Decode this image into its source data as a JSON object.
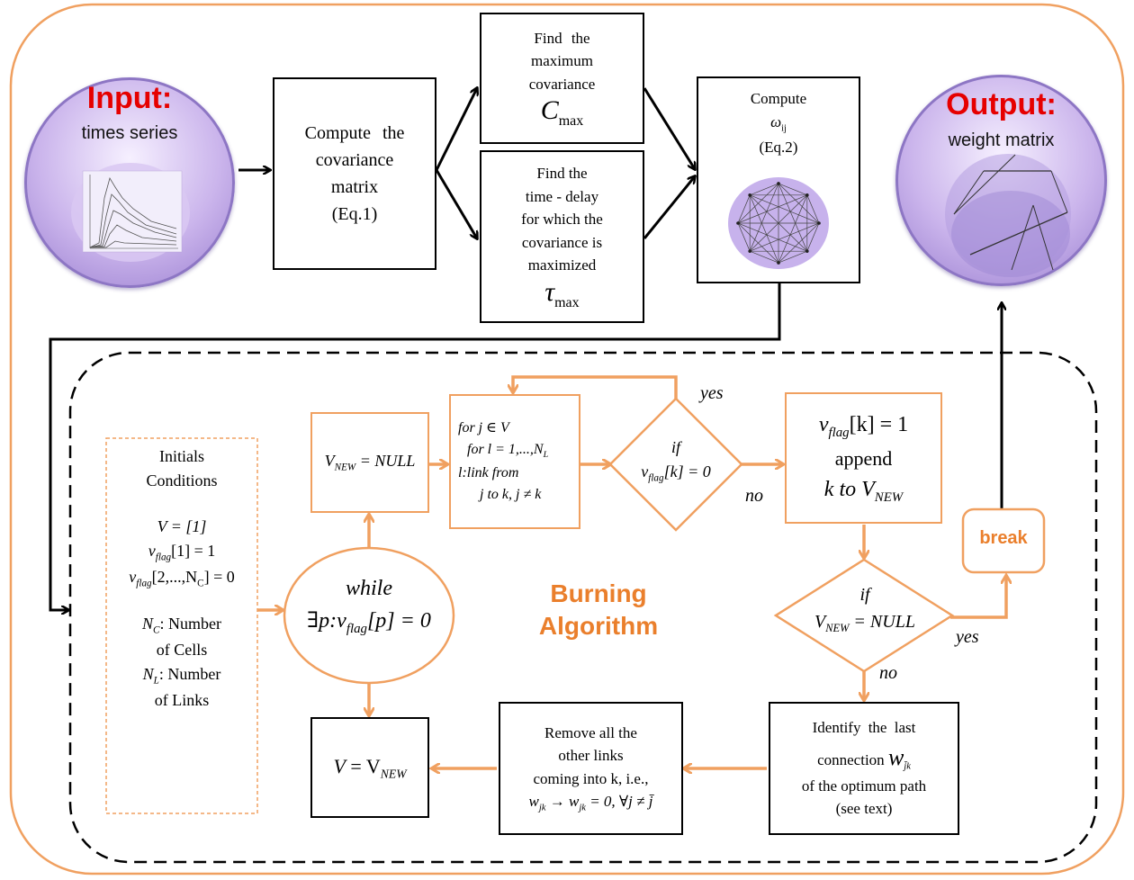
{
  "input": {
    "title": "Input:",
    "subtitle": "times series"
  },
  "output": {
    "title": "Output:",
    "subtitle": "weight matrix"
  },
  "covariance_box": {
    "lines": [
      "Compute the",
      "covariance",
      "matrix",
      "(Eq.1)"
    ]
  },
  "max_cov_box": {
    "lines": [
      "Find the",
      "maximum",
      "covariance"
    ],
    "symbol": "C",
    "symbol_sub": "max"
  },
  "time_delay_box": {
    "lines": [
      "Find the",
      "time - delay",
      "for which the",
      "covariance is",
      "maximized"
    ],
    "symbol": "τ",
    "symbol_sub": "max"
  },
  "omega_box": {
    "line1": "Compute",
    "symbol": "ω",
    "symbol_sub": "ij",
    "line3": "(Eq.2)"
  },
  "burning": {
    "line1": "Burning",
    "line2": "Algorithm"
  },
  "initial_conditions": {
    "title1": "Initials",
    "title2": "Conditions",
    "eq1": "V = [1]",
    "eq2_var": "v",
    "eq2_sub": "flag",
    "eq2_rest": "[1] = 1",
    "eq3_var": "v",
    "eq3_sub": "flag",
    "eq3_rest": "[2,...,N",
    "eq3_sub2": "C",
    "eq3_end": "] = 0",
    "nc_var": "N",
    "nc_sub": "C",
    "nc_text": ": Number",
    "nc_text2": "of Cells",
    "nl_var": "N",
    "nl_sub": "L",
    "nl_text": ": Number",
    "nl_text2": "of Links"
  },
  "while_node": {
    "line1": "while",
    "line2_pre": "∃p:v",
    "line2_sub": "flag",
    "line2_post": "[p] = 0"
  },
  "vnew_null_box": {
    "var": "V",
    "sub": "NEW",
    "rest": " = NULL"
  },
  "for_box": {
    "line1": "for  j ∈ V",
    "line2": "for  l = 1,...,N",
    "line2_sub": "L",
    "line3": "l:link from",
    "line4": "j to k, j ≠ k"
  },
  "if_flag": {
    "line1": "if",
    "var": "v",
    "sub": "flag",
    "rest": "[k] = 0"
  },
  "append_box": {
    "var": "v",
    "sub": "flag",
    "rest": "[k] = 1",
    "line2": "append",
    "line3_pre": "k  to  V",
    "line3_sub": "NEW"
  },
  "if_null": {
    "line1": "if",
    "var": "V",
    "sub": "NEW",
    "rest": " = NULL"
  },
  "break_label": "break",
  "identify_box": {
    "line1": "Identify   the  last",
    "line2": "connection",
    "w": "w",
    "w_sub": "j̄k",
    "line3": "of the optimum   path",
    "line4": "(see  text)"
  },
  "remove_box": {
    "line1": "Remove all the",
    "line2": "other links",
    "line3": "coming  into k,  i.e.,",
    "line4": "w",
    "line4_sub": "jk",
    "line4_mid": " → w",
    "line4_sub2": "jk",
    "line4_end": " = 0, ∀j ≠ j̄"
  },
  "vnew_box": {
    "var": "V",
    "eq": " = V",
    "sub": "NEW"
  },
  "flow_labels": {
    "yes_top": "yes",
    "no_top": "no",
    "yes_bottom": "yes",
    "no_bottom": "no"
  },
  "colors": {
    "orange": "#f0a060",
    "orange_text": "#ea7f2c",
    "red": "#e60000",
    "frame": "#f0a060",
    "purple": "#9a7fd0"
  }
}
